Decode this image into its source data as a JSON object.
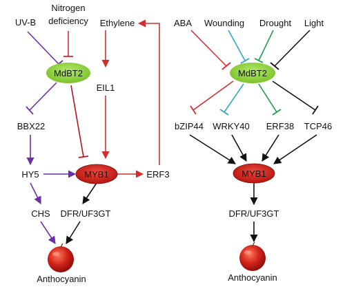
{
  "left_panel": {
    "stimuli": {
      "uvb": "UV-B",
      "nitrogen_line1": "Nitrogen",
      "nitrogen_line2": "deficiency",
      "ethylene": "Ethylene"
    },
    "nodes": {
      "mdbt2": "MdBT2",
      "eil1": "EIL1",
      "bbx22": "BBX22",
      "hy5": "HY5",
      "myb1": "MYB1",
      "erf3": "ERF3",
      "chs": "CHS",
      "dfr": "DFR/UF3GT",
      "anthocyanin": "Anthocyanin"
    }
  },
  "right_panel": {
    "stimuli": {
      "aba": "ABA",
      "wounding": "Wounding",
      "drought": "Drought",
      "light": "Light"
    },
    "nodes": {
      "mdbt2": "MdBT2",
      "bzip44": "bZIP44",
      "wrky40": "WRKY40",
      "erf38": "ERF38",
      "tcp46": "TCP46",
      "myb1": "MYB1",
      "dfr": "DFR/UF3GT",
      "anthocyanin": "Anthocyanin"
    }
  },
  "colors": {
    "purple": "#6b2fa6",
    "red": "#d42d2d",
    "dark_red": "#b5121b",
    "black": "#111111",
    "cyan": "#2ea6c9",
    "green": "#1b9c4a",
    "mdbt2_fill": "#8fd13a",
    "myb1_fill": "#cc2020"
  }
}
